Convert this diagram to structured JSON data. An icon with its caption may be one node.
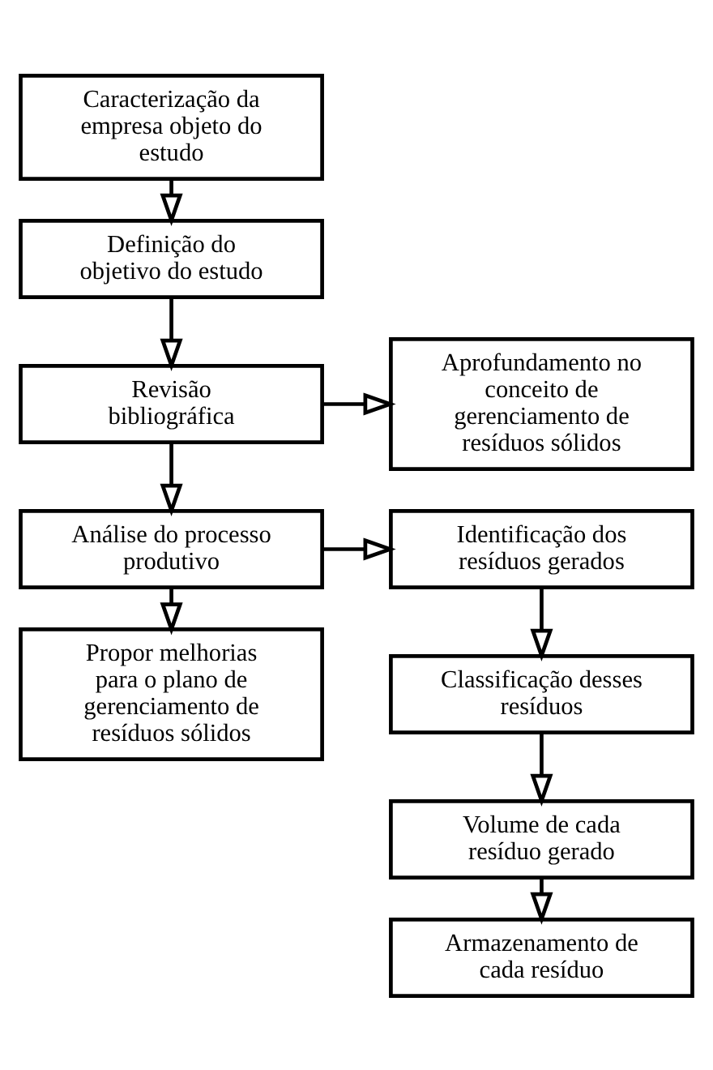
{
  "diagram": {
    "nodes": [
      {
        "text": [
          "Caracterização da empresa objeto do estudo"
        ]
      },
      {
        "text": [
          "Definição do objetivo do estudo"
        ]
      },
      {
        "text": [
          "Revisão bibliográfica"
        ]
      },
      {
        "text": [
          "Aprofundamento no conceito de gerenciamento de resíduos sólidos"
        ]
      },
      {
        "text": [
          "Análise do processo produtivo"
        ]
      },
      {
        "text": [
          "Identificação dos resíduos gerados"
        ]
      },
      {
        "text": [
          "Propor melhorias para o plano de gerenciamento de resíduos sólidos"
        ]
      },
      {
        "text": [
          "Classificação desses resíduos"
        ]
      },
      {
        "text": [
          "Volume de cada resíduo gerado"
        ]
      },
      {
        "text": [
          "Armazenamento de cada resíduo"
        ]
      }
    ],
    "edges": [
      {
        "from": 0,
        "to": 1,
        "arrow": "to"
      },
      {
        "from": 1,
        "to": 2,
        "arrow": "to"
      },
      {
        "from": 2,
        "to": 3,
        "arrow": "to"
      },
      {
        "from": 2,
        "to": 4,
        "arrow": "to"
      },
      {
        "from": 4,
        "to": 5,
        "arrow": "to"
      },
      {
        "from": 4,
        "to": 6,
        "arrow": "to"
      },
      {
        "from": 5,
        "to": 7,
        "arrow": "to"
      },
      {
        "from": 7,
        "to": 8,
        "arrow": "to"
      },
      {
        "from": 8,
        "to": 9,
        "arrow": "to"
      }
    ]
  }
}
